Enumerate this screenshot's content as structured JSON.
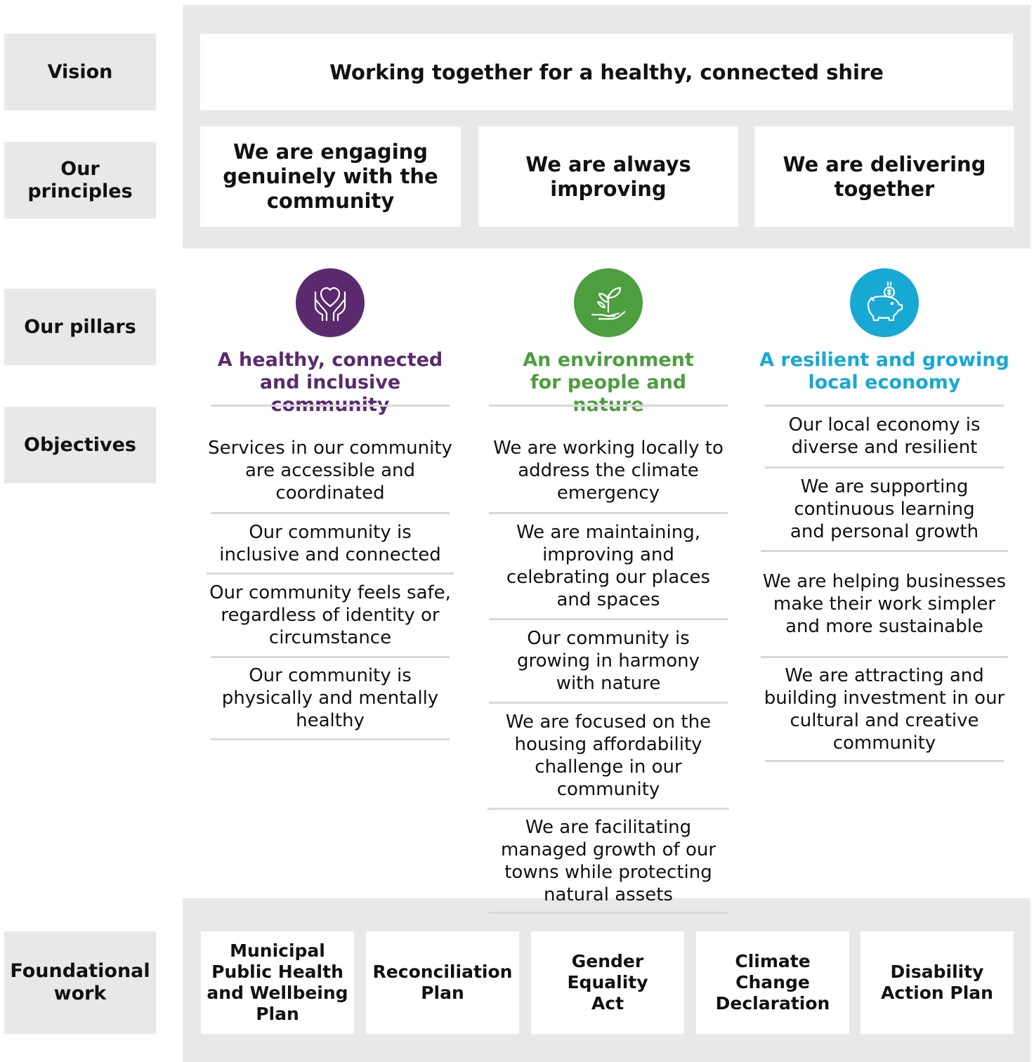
{
  "labels": {
    "vision": "Vision",
    "principles": "Our principles",
    "pillars": "Our pillars",
    "objectives": "Objectives",
    "foundational": "Foundational work"
  },
  "vision": "Working together for a healthy, connected shire",
  "principles": [
    "We are engaging genuinely with the community",
    "We are always improving",
    "We are delivering together"
  ],
  "pillars": [
    {
      "title": "A healthy, connected and inclusive community",
      "color": "#5b2a6e",
      "icon": "heart-hands-icon",
      "objectives": [
        "Services in our community are accessible and coordinated",
        "Our community is inclusive and connected",
        "Our community feels safe, regardless of identity or circumstance",
        "Our community is physically and mentally healthy"
      ]
    },
    {
      "title": "An environment for people and nature",
      "color": "#4c9e3f",
      "icon": "seedling-hand-icon",
      "objectives": [
        "We are working locally to address the climate emergency",
        "We are maintaining, improving and celebrating our places and spaces",
        "Our community is growing in harmony with nature",
        "We are focused on the housing affordability challenge in our community",
        "We are facilitating managed growth of our towns while protecting natural assets"
      ]
    },
    {
      "title": "A resilient and growing local economy",
      "color": "#17a8d4",
      "icon": "piggy-bank-icon",
      "objectives": [
        "Our local economy is diverse and resilient",
        "We are supporting continuous learning and personal growth",
        "We are helping businesses make their work simpler and more sustainable",
        "We are attracting and building investment in our cultural and creative community"
      ]
    }
  ],
  "foundational": [
    "Municipal Public Health and Wellbeing Plan",
    "Reconciliation Plan",
    "Gender Equality Act",
    "Climate Change Declaration",
    "Disability Action Plan"
  ]
}
